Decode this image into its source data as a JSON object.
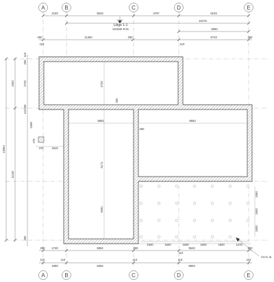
{
  "grid": {
    "columns": [
      "A",
      "B",
      "C",
      "D",
      "E"
    ]
  },
  "dimensions": {
    "top_row1": [
      "2100",
      "5815",
      "3797",
      "6103"
    ],
    "top_overall": "18175",
    "top_right_span": "5993",
    "top_row3_small": [
      "250",
      "250",
      "110",
      "110",
      "250"
    ],
    "top_row3": [
      "11492",
      "5743"
    ],
    "bottom_row1_small": [
      "250",
      "250",
      "110",
      "250"
    ],
    "bottom_row1": [
      "1740",
      "5862",
      "9543"
    ],
    "bottom_row2_small": [
      "110",
      "110",
      "110",
      "110",
      "110"
    ],
    "bottom_row2": [
      "1990",
      "6282",
      "9803"
    ],
    "left_outer": "13664",
    "left_upper": "4452",
    "left_lower": "11152",
    "left_inner_small": [
      "110",
      "250",
      "250",
      "110",
      "250"
    ],
    "left_inner": [
      "2732",
      "2499"
    ],
    "left_column_small": "470",
    "left_column_offset": "470",
    "left_column_run": "1810",
    "room_upper_left_height": "2732",
    "room_upper_wall": "250",
    "room_lower_width": "5862",
    "room_lower_height_a": "6171",
    "room_lower_height_b": "5091",
    "room_right_width": "9653",
    "room_right_wall": "250",
    "pile_spacing": [
      "1500",
      "1600",
      "1600",
      "1600",
      "1600",
      "1376"
    ],
    "pile_vertical": [
      "1550",
      "1600",
      "1600"
    ]
  },
  "section_mark": {
    "title": "Lõige 1-1",
    "reference": "12182E-6-01"
  },
  "callout": {
    "label": "VU-3, la"
  },
  "colors": {
    "wall_hatch": "#888888",
    "axis": "#9a9a9a",
    "line": "#555555"
  }
}
